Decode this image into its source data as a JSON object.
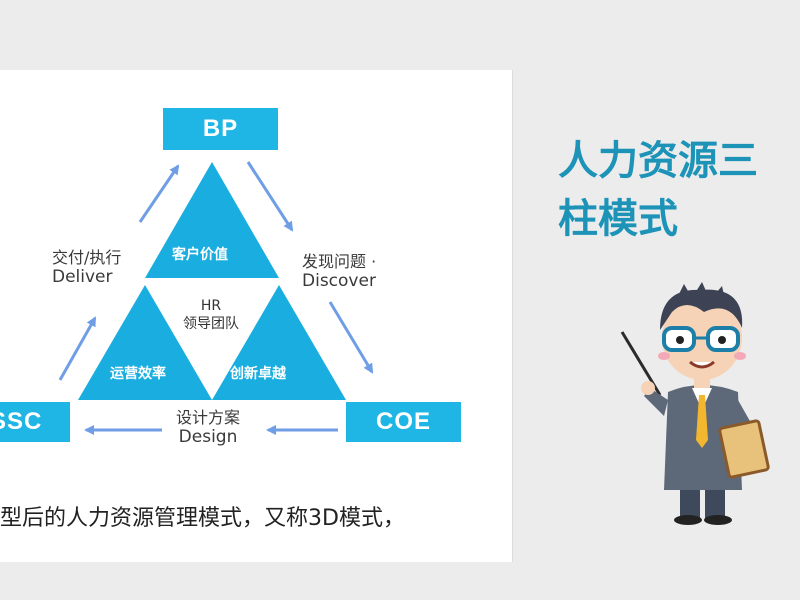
{
  "diagram": {
    "nodes": {
      "bp": "BP",
      "ssc": "SSC",
      "coe": "COE"
    },
    "edges": {
      "deliver_cn": "交付/执行",
      "deliver_en": "Deliver",
      "discover_cn": "发现问题 ·",
      "discover_en": "Discover",
      "design_cn": "设计方案",
      "design_en": "Design"
    },
    "triangle": {
      "top": "客户价值",
      "left": "运营效率",
      "right": "创新卓越",
      "center_line1": "HR",
      "center_line2": "领导团队"
    },
    "colors": {
      "box": "#1fb6e6",
      "triangle": "#1aaee0",
      "arrow": "#6f9ee6",
      "title": "#1d93b7"
    }
  },
  "caption": "型后的人力资源管理模式，又称3D模式，",
  "title": {
    "line1": "人力资源三",
    "line2": "柱模式"
  },
  "illustration": {
    "icon": "teacher-with-pointer-and-clipboard"
  }
}
